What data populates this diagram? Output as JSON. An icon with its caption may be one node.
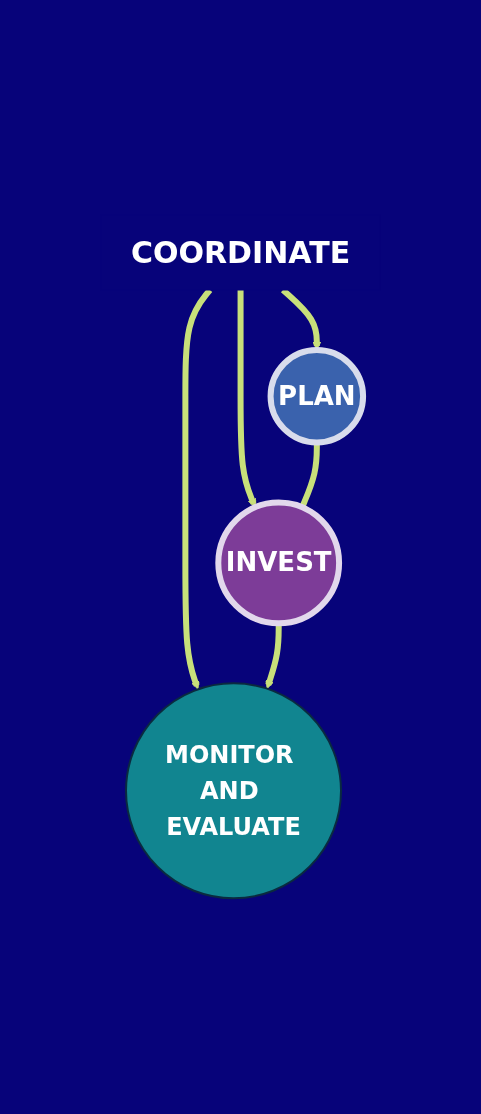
{
  "diagram": {
    "nodes": [
      {
        "text": [
          "COORDINATE"
        ]
      },
      {
        "text": [
          "PLAN"
        ]
      },
      {
        "text": [
          "INVEST"
        ]
      },
      {
        "text": [
          "MONITOR AND EVALUATE"
        ]
      }
    ],
    "edges": [
      {
        "from": 0,
        "to": 1,
        "arrow": "to"
      },
      {
        "from": 0,
        "to": 2,
        "arrow": "to"
      },
      {
        "from": 0,
        "to": 3,
        "arrow": "to"
      },
      {
        "from": 1,
        "to": 2,
        "arrow": "none"
      },
      {
        "from": 2,
        "to": 3,
        "arrow": "to"
      }
    ]
  }
}
